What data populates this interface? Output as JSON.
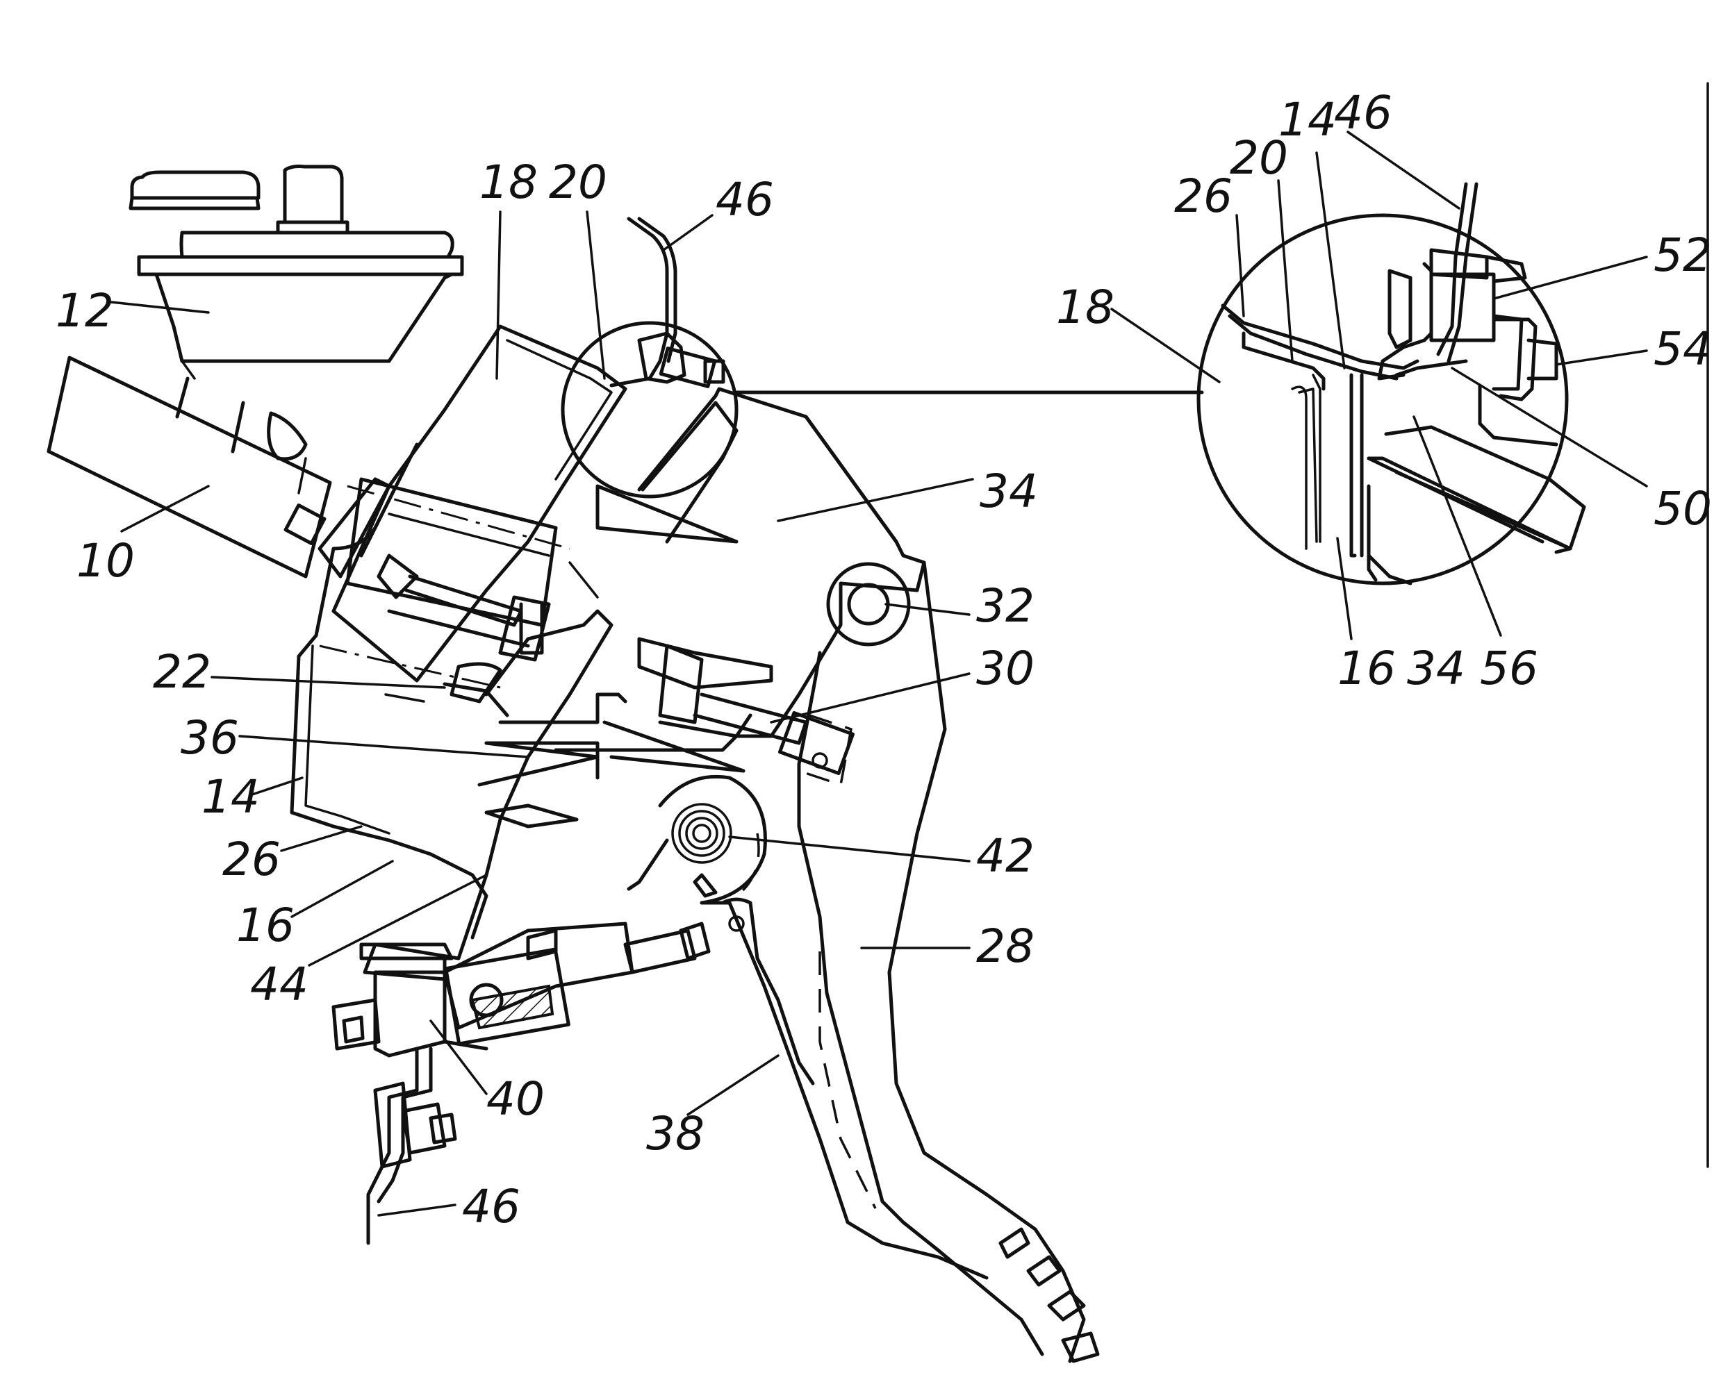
{
  "figure": {
    "reference_numerals": [
      {
        "id": "12",
        "text": "12"
      },
      {
        "id": "10",
        "text": "10"
      },
      {
        "id": "18",
        "text": "18"
      },
      {
        "id": "20",
        "text": "20"
      },
      {
        "id": "46-top",
        "text": "46"
      },
      {
        "id": "34",
        "text": "34"
      },
      {
        "id": "32",
        "text": "32"
      },
      {
        "id": "30",
        "text": "30"
      },
      {
        "id": "22",
        "text": "22"
      },
      {
        "id": "36",
        "text": "36"
      },
      {
        "id": "14",
        "text": "14"
      },
      {
        "id": "26",
        "text": "26"
      },
      {
        "id": "16",
        "text": "16"
      },
      {
        "id": "44",
        "text": "44"
      },
      {
        "id": "42",
        "text": "42"
      },
      {
        "id": "28",
        "text": "28"
      },
      {
        "id": "40",
        "text": "40"
      },
      {
        "id": "38",
        "text": "38"
      },
      {
        "id": "46-bottom",
        "text": "46"
      }
    ],
    "detail_numerals": [
      {
        "id": "d26",
        "text": "26"
      },
      {
        "id": "d20",
        "text": "20"
      },
      {
        "id": "d14",
        "text": "14"
      },
      {
        "id": "d46",
        "text": "46"
      },
      {
        "id": "d18",
        "text": "18"
      },
      {
        "id": "d52",
        "text": "52"
      },
      {
        "id": "d54",
        "text": "54"
      },
      {
        "id": "d50",
        "text": "50"
      },
      {
        "id": "d16",
        "text": "16"
      },
      {
        "id": "d34",
        "text": "34"
      },
      {
        "id": "d56",
        "text": "56"
      }
    ]
  }
}
